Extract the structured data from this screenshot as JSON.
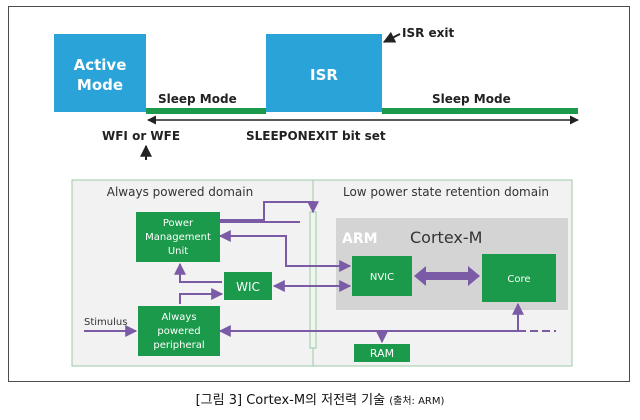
{
  "timing": {
    "active_mode_line1": "Active",
    "active_mode_line2": "Mode",
    "isr": "ISR",
    "isr_exit": "ISR exit",
    "sleep_mode_1": "Sleep Mode",
    "sleep_mode_2": "Sleep Mode",
    "wfi": "WFI or WFE",
    "sleeponexit": "SLEEPONEXIT bit set"
  },
  "domains": {
    "always_powered": "Always powered domain",
    "low_power": "Low power state retention domain"
  },
  "blocks": {
    "pmu_line1": "Power",
    "pmu_line2": "Management",
    "pmu_line3": "Unit",
    "wic": "WIC",
    "periph_line1": "Always",
    "periph_line2": "powered",
    "periph_line3": "peripheral",
    "stimulus": "Stimulus",
    "arm": "ARM",
    "cortex": "Cortex-M",
    "nvic": "NVIC",
    "core": "Core",
    "ram": "RAM"
  },
  "caption": {
    "main": "[그림 3] Cortex-M의 저전력 기술",
    "source": "(출처: ARM)"
  },
  "colors": {
    "blue": "#2aa3d9",
    "green": "#1a9a4a",
    "purple": "#7b5aa6",
    "grey": "#d4d4d4"
  }
}
